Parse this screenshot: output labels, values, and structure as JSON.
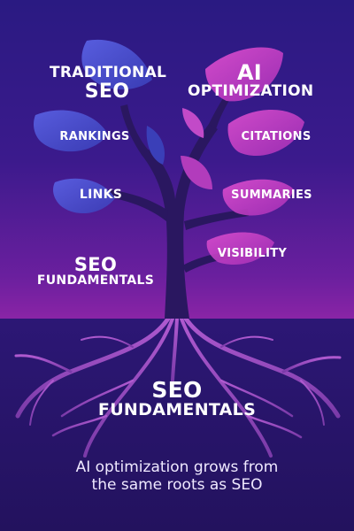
{
  "labels": {
    "traditional_line1": "TRADITIONAL",
    "traditional_line2": "SEO",
    "ai_line1": "AI",
    "ai_line2": "OPTIMIZATION",
    "rankings": "RANKINGS",
    "links": "LINKS",
    "citations": "CITATIONS",
    "summaries": "SUMMARIES",
    "visibility": "VISIBILITY",
    "fundamentals_upper_line1": "SEO",
    "fundamentals_upper_line2": "FUNDAMENTALS",
    "fundamentals_roots_line1": "SEO",
    "fundamentals_roots_line2": "FUNDAMENTALS"
  },
  "caption": {
    "line1": "AI optimization grows from",
    "line2": "the same roots as SEO"
  },
  "colors": {
    "background_top": "#2a1a82",
    "background_bottom": "#241466",
    "trunk": "#2a1760",
    "leaf_blue": "#4a4fd0",
    "leaf_pink": "#c23bc4",
    "roots": "#a24fc6"
  }
}
